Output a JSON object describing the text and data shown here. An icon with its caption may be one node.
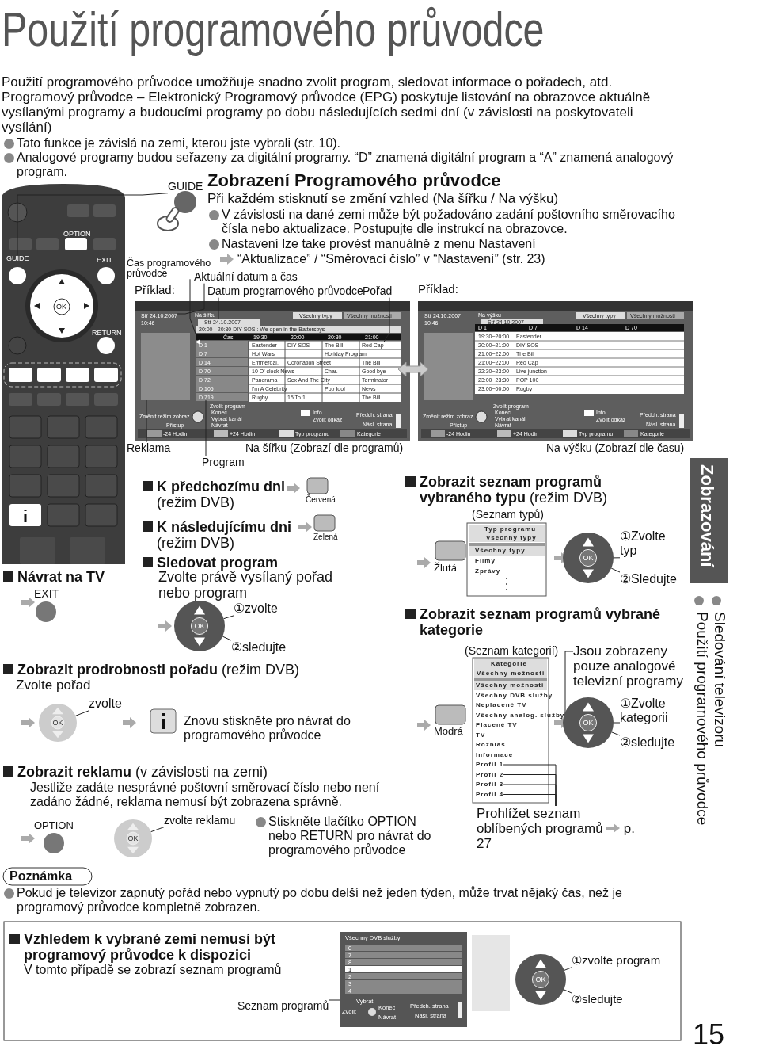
{
  "diagram": {
    "title": "Použití programového průvodce",
    "nodes": [
      {
        "text": [
          "Čas programového průvodce"
        ]
      },
      {
        "text": [
          "Aktuální datum a čas"
        ]
      },
      {
        "text": [
          "Datum programového průvodce"
        ]
      },
      {
        "text": [
          "Pořad"
        ]
      },
      {
        "text": [
          "Reklama"
        ]
      },
      {
        "text": [
          "Program"
        ]
      },
      {
        "text": [
          "①zvolte"
        ]
      },
      {
        "text": [
          "②sledujte"
        ]
      },
      {
        "text": [
          "zvolte"
        ]
      },
      {
        "text": [
          "zvolte reklamu"
        ]
      },
      {
        "text": [
          "①Zvolte typ"
        ]
      },
      {
        "text": [
          "②Sledujte"
        ]
      },
      {
        "text": [
          "Jsou zobrazeny pouze analogové televizní programy"
        ]
      },
      {
        "text": [
          "①Zvolte kategorii"
        ]
      },
      {
        "text": [
          "②sledujte"
        ]
      },
      {
        "text": [
          "Prohlížet seznam oblíbených programů",
          "p. 27"
        ]
      },
      {
        "text": [
          "Seznam programů"
        ]
      },
      {
        "text": [
          "①zvolte program"
        ]
      },
      {
        "text": [
          "②sledujte"
        ]
      },
      {
        "text": [
          "GUIDE"
        ]
      },
      {
        "text": [
          "Stř 24.10.2007"
        ]
      },
      {
        "text": [
          "Stř 24.10.2007"
        ]
      },
      {
        "text": [],
        "shape": "triangle"
      },
      {
        "text": [
          "Red Cap"
        ]
      },
      {
        "text": [],
        "shape": "box"
      },
      {
        "text": [
          "D 719"
        ]
      },
      {
        "text": [
          "OK"
        ]
      },
      {
        "text": [
          "OK"
        ]
      },
      {
        "text": [
          "OK"
        ]
      },
      {
        "text": [
          "OK"
        ]
      },
      {
        "text": [
          "Všechny analog. služby"
        ]
      },
      {
        "text": [
          "Profil 1"
        ]
      },
      {
        "text": [
          "Profil 2"
        ]
      },
      {
        "text": [
          "Profil 3"
        ]
      },
      {
        "text": [
          "Profil 4"
        ]
      },
      {
        "text": [
          "OK"
        ]
      },
      {
        "text": [
          "Všechny DVB služby",
          "0",
          "7",
          "8",
          "1",
          "2",
          "3",
          "4",
          "Vybrat",
          "Zvolit",
          "Konec",
          "Návrat",
          "Předch. strana",
          "Násl. strana"
        ]
      },
      {
        "text": [
          "OK"
        ]
      },
      {
        "text": [
          "GUIDE"
        ]
      }
    ],
    "edges": [
      {
        "from": 0,
        "to": 22,
        "arrow": "none"
      },
      {
        "from": 1,
        "to": 20,
        "arrow": "none"
      },
      {
        "from": 2,
        "to": 21,
        "arrow": "none"
      },
      {
        "from": 3,
        "to": 23,
        "arrow": "none"
      },
      {
        "from": 4,
        "to": 24,
        "arrow": "none"
      },
      {
        "from": 5,
        "to": 25,
        "arrow": "none"
      },
      {
        "from": 6,
        "to": 26,
        "arrow": "none"
      },
      {
        "from": 7,
        "to": 26,
        "arrow": "none"
      },
      {
        "from": 8,
        "to": 27,
        "arrow": "none"
      },
      {
        "from": 9,
        "to": 28,
        "arrow": "none"
      },
      {
        "from": 10,
        "to": 29,
        "arrow": "none"
      },
      {
        "from": 11,
        "to": 29,
        "arrow": "none"
      },
      {
        "from": 12,
        "to": 30,
        "arrow": "none"
      },
      {
        "from": 13,
        "to": 35,
        "arrow": "none"
      },
      {
        "from": 14,
        "to": 35,
        "arrow": "none"
      },
      {
        "from": 15,
        "to": 31,
        "arrow": "none"
      },
      {
        "from": 15,
        "to": 32,
        "arrow": "none"
      },
      {
        "from": 15,
        "to": 33,
        "arrow": "none"
      },
      {
        "from": 15,
        "to": 34,
        "arrow": "none"
      },
      {
        "from": 16,
        "to": 36,
        "arrow": "none"
      },
      {
        "from": 17,
        "to": 37,
        "arrow": "none"
      },
      {
        "from": 18,
        "to": 37,
        "arrow": "none"
      },
      {
        "from": 19,
        "to": 38,
        "arrow": "none"
      }
    ],
    "labels": [
      "Použití programového průvodce umožňuje snadno zvolit program, sledovat informace o pořadech, atd.",
      "Programový průvodce – Elektronický Programový průvodce (EPG) poskytuje listování na obrazovce aktuálně vysílanými programy a budoucími programy po dobu následujících sedmi dní (v závislosti na poskytovateli vysílání)",
      "Tato funkce je závislá na zemi, kterou jste vybrali (str. 10).",
      "Analogové programy budou seřazeny za digitální programy. “D” znamená digitální program a “A” znamená analogový program.",
      "OPTION",
      "EXIT",
      "OK",
      "RETURN",
      "Zobrazení Programového průvodce",
      "Při každém stisknutí se změní vzhled (Na šířku / Na výšku)",
      "V závislosti na dané zemi může být požadováno zadání poštovního směrovacího čísla nebo aktualizace. Postupujte dle instrukcí na obrazovce.",
      "Nastavení lze take provést manuálně z menu Nastavení",
      "“Aktualizace” / “Směrovací číslo” v “Nastavení” (str. 23)",
      "Příklad:",
      "Příklad:",
      "10:46",
      "Na šířku",
      "Všechny typy",
      "Všechny možnosti",
      "20:00 - 20:30 DIY SOS : We open in the Battersbys",
      "Čas:",
      "19:30",
      "20:00",
      "20:30",
      "21:00",
      "D 1",
      "D 7",
      "D 14",
      "D 70",
      "D 72",
      "D 105",
      "Eastender",
      "DIY SOS",
      "The Bill",
      "Hot Wars",
      "Horiday Program",
      "Emmerdal.",
      "Coronation Street",
      "The Bill",
      "10 O' clock News",
      "Char.",
      "Good bye",
      "Panorama",
      "Sex And The City",
      "Terminator",
      "I'm A Celebrity",
      "Pop Idol",
      "News",
      "Rugby",
      "15 To 1",
      "The Bill",
      "Zvolit program",
      "Změnit režim zobraz.",
      "Konec",
      "Vybrat kanál",
      "Přístup",
      "Návrat",
      "Info",
      "Zvolit odkaz",
      "Předch. strana",
      "Násl. strana",
      "-24 Hodin",
      "+24 Hodin",
      "Typ programu",
      "Kategorie",
      "Stř 24.10.2007",
      "10:46",
      "Na výšku",
      "Stř 24.10.2007",
      "Všechny typy",
      "Všechny možnosti",
      "D 1",
      "D 7",
      "D 14",
      "D 70",
      "19:30~20:00",
      "Eastender",
      "20:00~21:00",
      "DIY SOS",
      "21:00~22:00",
      "The Bill",
      "21:00~22:00",
      "Red Cap",
      "22:30~23:00",
      "Live junction",
      "23:00~23:30",
      "POP 100",
      "23:00~00:00",
      "Rugby",
      "Zvolit program",
      "Změnit režim zobraz.",
      "Konec",
      "Vybrat kanál",
      "Přístup",
      "Návrat",
      "Info",
      "Zvolit odkaz",
      "Předch. strana",
      "Násl. strana",
      "-24 Hodin",
      "+24 Hodin",
      "Typ programu",
      "Kategorie",
      "Na šířku (Zobrazí dle programů)",
      "Na výšku (Zobrazí dle času)",
      "**K předchozímu dni** (režim DVB)",
      "Červená",
      "**K následujícímu dni** (režim DVB)",
      "Zelená",
      "Sledovat program",
      "Zvolte právě vysílaný pořad nebo program",
      "Návrat na TV",
      "EXIT",
      "**Zobrazit prodrobnosti pořadu** (režim DVB)",
      "Zvolte pořad",
      "Znovu stiskněte pro návrat do programového průvodce",
      "**Zobrazit reklamu** (v závislosti na zemi)",
      "Jestliže zadáte nesprávné poštovní směrovací číslo nebo není zadáno žádné, reklama nemusí být zobrazena správně.",
      "OPTION",
      "Stiskněte tlačítko OPTION nebo RETURN pro návrat do programového průvodce",
      "Poznámka",
      "Pokud je televizor zapnutý pořád nebo vypnutý po dobu delší než jeden týden, může trvat nějaký čas, než je programový průvodce kompletně zobrazen.",
      "**Zobrazit seznam programů vybraného typu** (režim DVB)",
      "(Seznam typů)",
      "Žlutá",
      "Typ programu",
      "Všechny typy",
      "Všechny typy",
      "Filmy",
      "Zprávy",
      "Zobrazit seznam programů vybrané kategorie",
      "(Seznam kategorií)",
      "Modrá",
      "Kategorie",
      "Všechny možnosti",
      "Všechny možnosti",
      "Všechny DVB služby",
      "Neplacené TV",
      "Placené TV",
      "TV",
      "Rozhlas",
      "Informace",
      "Zobrazování",
      "Použití programového průvodce",
      "Sledování televizoru",
      "Vzhledem k vybrané zemi nemusí být programový průvodce k dispozici",
      "V tomto případě se zobrazí seznam programů",
      "15"
    ]
  }
}
